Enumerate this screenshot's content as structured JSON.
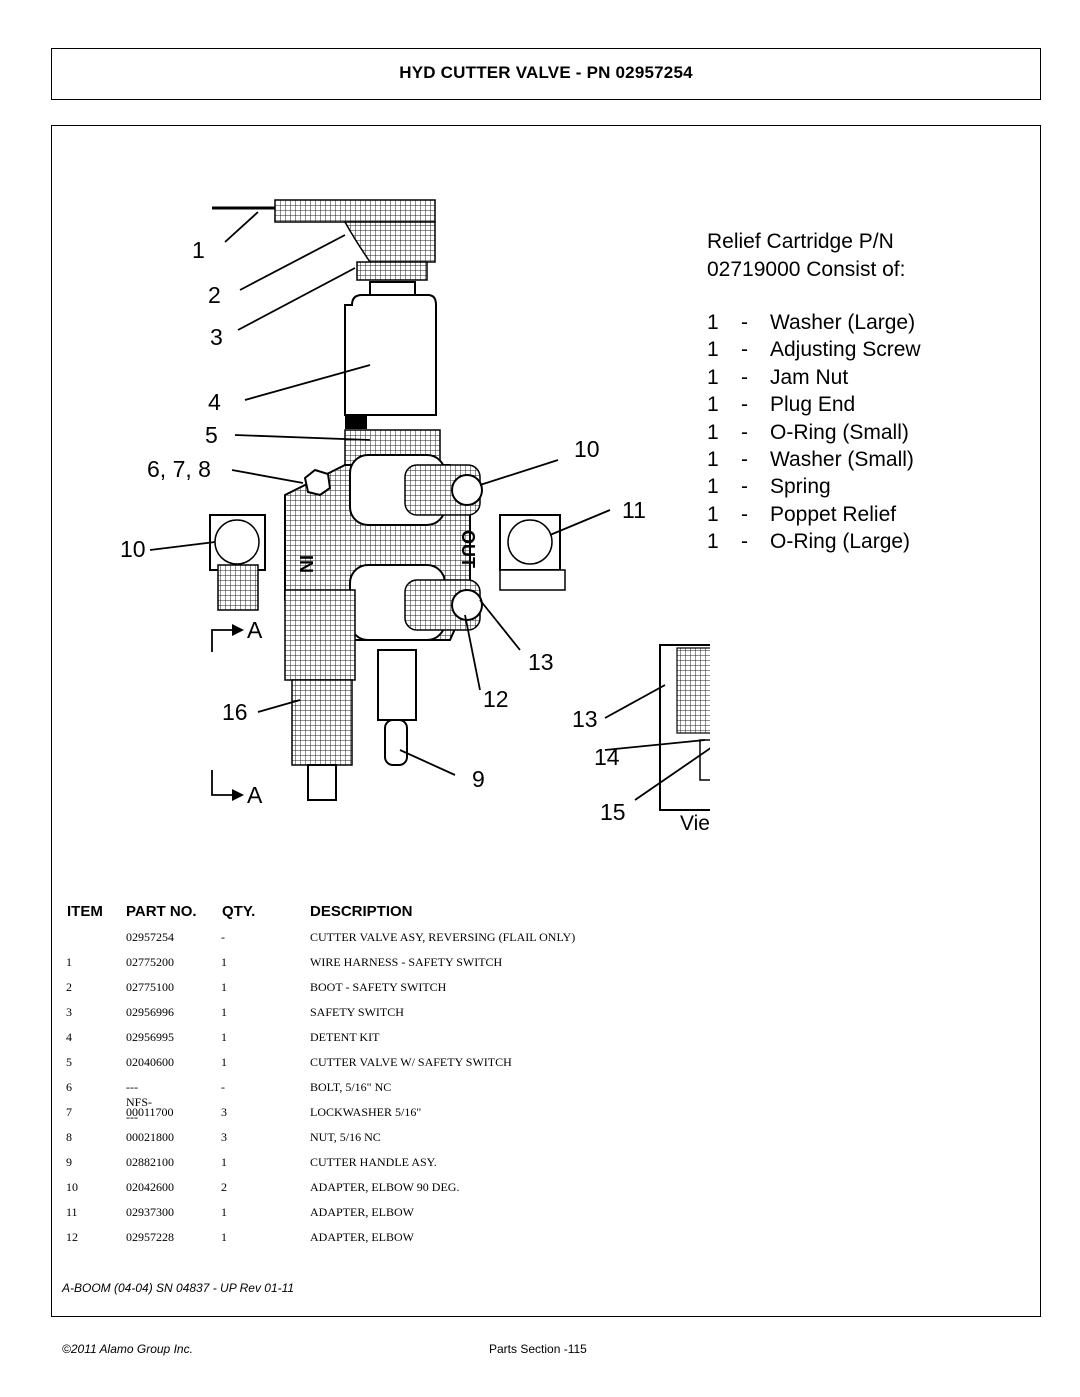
{
  "title": "HYD CUTTER VALVE - PN 02957254",
  "diagram": {
    "callouts": [
      "1",
      "2",
      "3",
      "4",
      "5",
      "6, 7, 8",
      "10",
      "10",
      "11",
      "13",
      "12",
      "9",
      "16",
      "13",
      "14",
      "15"
    ],
    "section_labels": [
      "A",
      "A"
    ],
    "port_labels": [
      "IN",
      "OUT"
    ],
    "view_label": "View A-A"
  },
  "relief": {
    "header_line1": "Relief Cartridge P/N",
    "header_line2": "02719000 Consist of:",
    "items": [
      {
        "qty": "1",
        "dash": "-",
        "name": "Washer (Large)"
      },
      {
        "qty": "1",
        "dash": "-",
        "name": "Adjusting Screw"
      },
      {
        "qty": "1",
        "dash": "-",
        "name": "Jam Nut"
      },
      {
        "qty": "1",
        "dash": "-",
        "name": "Plug End"
      },
      {
        "qty": "1",
        "dash": "-",
        "name": "O-Ring (Small)"
      },
      {
        "qty": "1",
        "dash": "-",
        "name": "Washer (Small)"
      },
      {
        "qty": "1",
        "dash": "-",
        "name": "Spring"
      },
      {
        "qty": "1",
        "dash": "-",
        "name": "Poppet Relief"
      },
      {
        "qty": "1",
        "dash": "-",
        "name": "O-Ring (Large)"
      }
    ]
  },
  "table": {
    "headers": {
      "item": "ITEM",
      "part": "PART NO.",
      "qty": "QTY.",
      "desc": "DESCRIPTION"
    },
    "rows": [
      {
        "item": "",
        "part": "02957254",
        "qty": "-",
        "desc": "CUTTER VALVE ASY, REVERSING (FLAIL ONLY)"
      },
      {
        "item": "1",
        "part": "02775200",
        "qty": "1",
        "desc": "WIRE HARNESS - SAFETY SWITCH"
      },
      {
        "item": "2",
        "part": "02775100",
        "qty": "1",
        "desc": "BOOT - SAFETY SWITCH"
      },
      {
        "item": "3",
        "part": "02956996",
        "qty": "1",
        "desc": "SAFETY SWITCH"
      },
      {
        "item": "4",
        "part": "02956995",
        "qty": "1",
        "desc": "DETENT KIT"
      },
      {
        "item": "5",
        "part": "02040600",
        "qty": "1",
        "desc": "CUTTER VALVE W/ SAFETY SWITCH"
      },
      {
        "item": "6",
        "part": "---NFS----",
        "qty": "-",
        "desc": "BOLT, 5/16\" NC"
      },
      {
        "item": "7",
        "part": "00011700",
        "qty": "3",
        "desc": "LOCKWASHER   5/16\""
      },
      {
        "item": "8",
        "part": "00021800",
        "qty": "3",
        "desc": "NUT,   5/16   NC"
      },
      {
        "item": "9",
        "part": "02882100",
        "qty": "1",
        "desc": "CUTTER HANDLE ASY."
      },
      {
        "item": "10",
        "part": "02042600",
        "qty": "2",
        "desc": "ADAPTER,  ELBOW 90 DEG."
      },
      {
        "item": "11",
        "part": "02937300",
        "qty": "1",
        "desc": "ADAPTER, ELBOW"
      },
      {
        "item": "12",
        "part": "02957228",
        "qty": "1",
        "desc": "ADAPTER, ELBOW"
      }
    ]
  },
  "footer": {
    "model": "A-BOOM (04-04) SN 04837 - UP Rev 01-11",
    "copyright": "©2011 Alamo Group Inc.",
    "page": "Parts Section -115"
  }
}
